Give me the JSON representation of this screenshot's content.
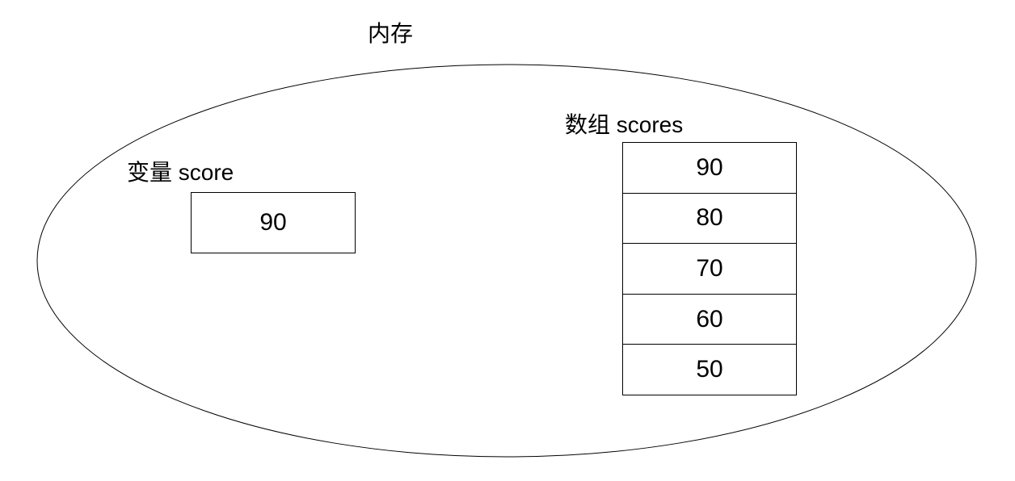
{
  "diagram": {
    "title": "内存",
    "variable": {
      "label": "变量 score",
      "value": "90"
    },
    "array": {
      "label": "数组 scores",
      "cells": [
        "90",
        "80",
        "70",
        "60",
        "50"
      ]
    }
  },
  "colors": {
    "background": "#ffffff",
    "stroke": "#000000",
    "text": "#000000"
  }
}
